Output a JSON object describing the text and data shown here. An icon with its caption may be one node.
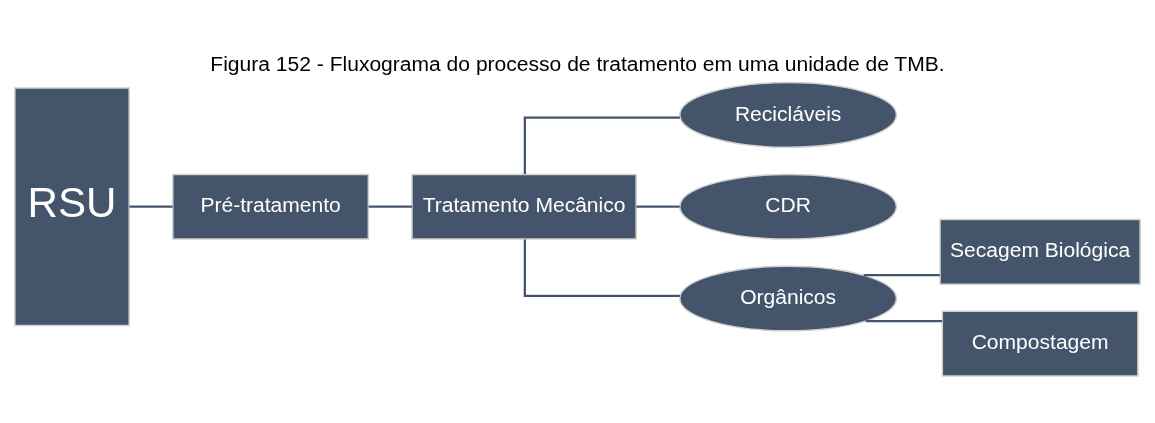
{
  "diagram": {
    "title": "Figura 152 - Fluxograma do processo de tratamento em uma unidade de TMB.",
    "nodes": [
      {
        "text": [
          "RSU"
        ]
      },
      {
        "text": [
          "Pré-tratamento"
        ]
      },
      {
        "text": [
          "Tratamento Mecânico"
        ]
      },
      {
        "text": [
          "Recicláveis"
        ]
      },
      {
        "text": [
          "CDR"
        ]
      },
      {
        "text": [
          "Orgânicos"
        ]
      },
      {
        "text": [
          "Secagem Biológica"
        ]
      },
      {
        "text": [
          "Compostagem"
        ]
      }
    ],
    "edges": [
      {
        "from": 0,
        "to": 1,
        "arrow": "none"
      },
      {
        "from": 1,
        "to": 2,
        "arrow": "none"
      },
      {
        "from": 2,
        "to": 3,
        "arrow": "none"
      },
      {
        "from": 2,
        "to": 4,
        "arrow": "none"
      },
      {
        "from": 2,
        "to": 5,
        "arrow": "none"
      },
      {
        "from": 5,
        "to": 6,
        "arrow": "none"
      },
      {
        "from": 5,
        "to": 7,
        "arrow": "none"
      }
    ]
  }
}
